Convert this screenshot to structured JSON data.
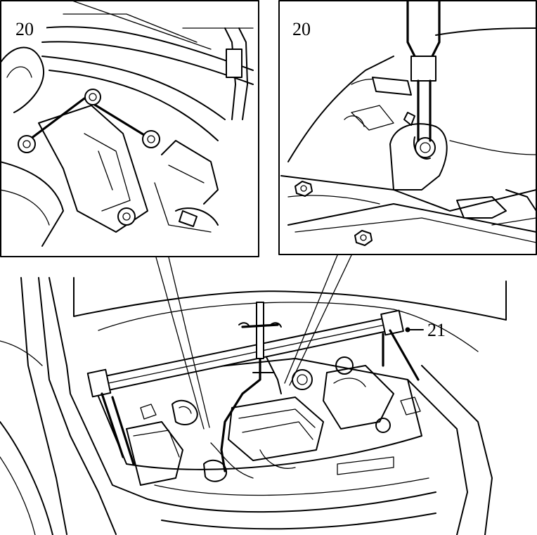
{
  "callouts": {
    "inset_left_label": "20",
    "inset_right_label": "20",
    "main_label": "21"
  }
}
